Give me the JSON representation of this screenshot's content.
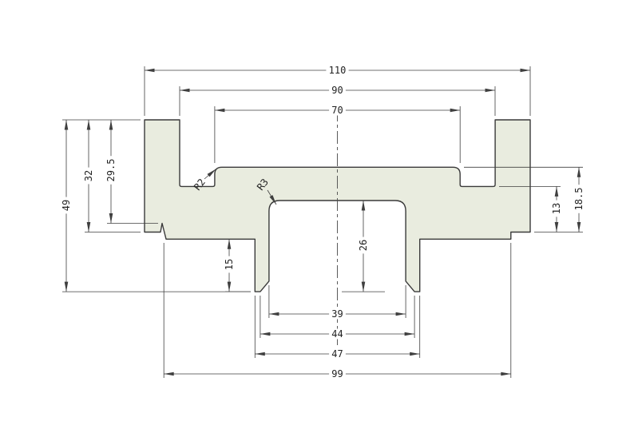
{
  "page": {
    "background": "#ffffff"
  },
  "drawing": {
    "fill_color": "#e9ecdf",
    "outline_color": "#3a3a3a",
    "dim_color": "#3f3f3f",
    "centerline_color": "#4a4a4a",
    "text_color": "#222222"
  },
  "dims": {
    "d110": "110",
    "d90": "90",
    "d70": "70",
    "d49": "49",
    "d32": "32",
    "d29_5": "29.5",
    "d15": "15",
    "d26": "26",
    "d13": "13",
    "d18_5": "18.5",
    "d39": "39",
    "d44": "44",
    "d47": "47",
    "d99": "99",
    "r2": "R2",
    "r3": "R3"
  }
}
